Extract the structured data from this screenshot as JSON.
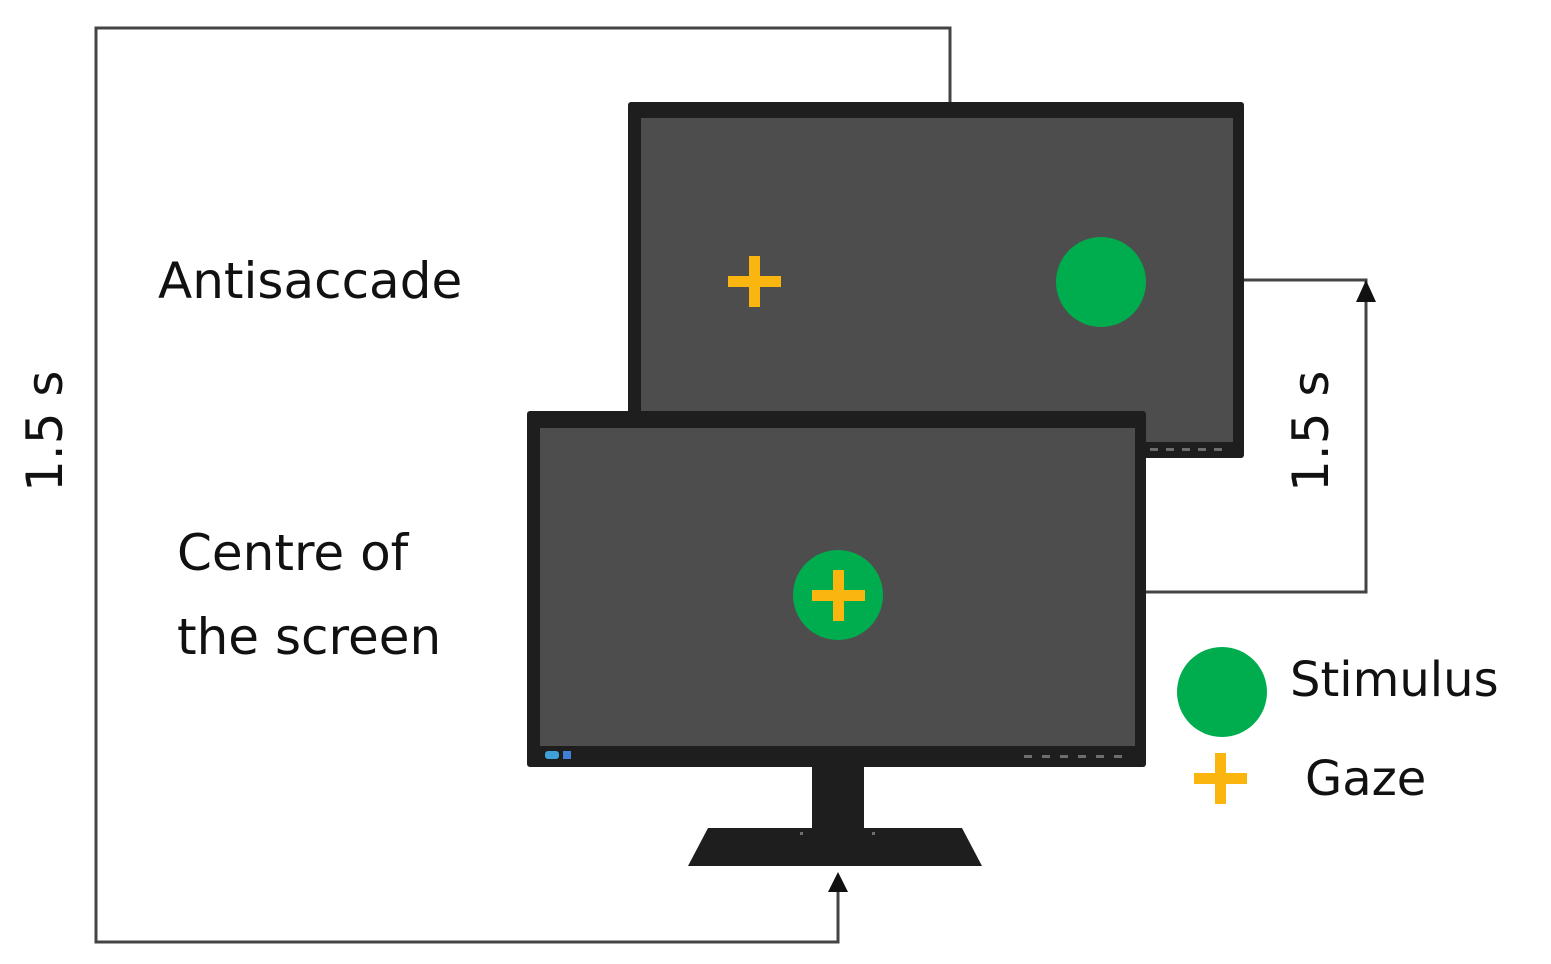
{
  "labels": {
    "antisaccade": "Antisaccade",
    "centre_line1": "Centre of",
    "centre_line2": "the screen",
    "duration_outer": "1.5 s",
    "duration_inner": "1.5 s"
  },
  "legend": {
    "stimulus_label": "Stimulus",
    "gaze_label": "Gaze",
    "stimulus_icon": "green-circle",
    "gaze_icon": "orange-plus"
  },
  "colors": {
    "stimulus": "#00ad4e",
    "gaze": "#fbb50f",
    "screen": "#4d4d4d",
    "bezel": "#1e1e1e",
    "line": "#444444"
  }
}
